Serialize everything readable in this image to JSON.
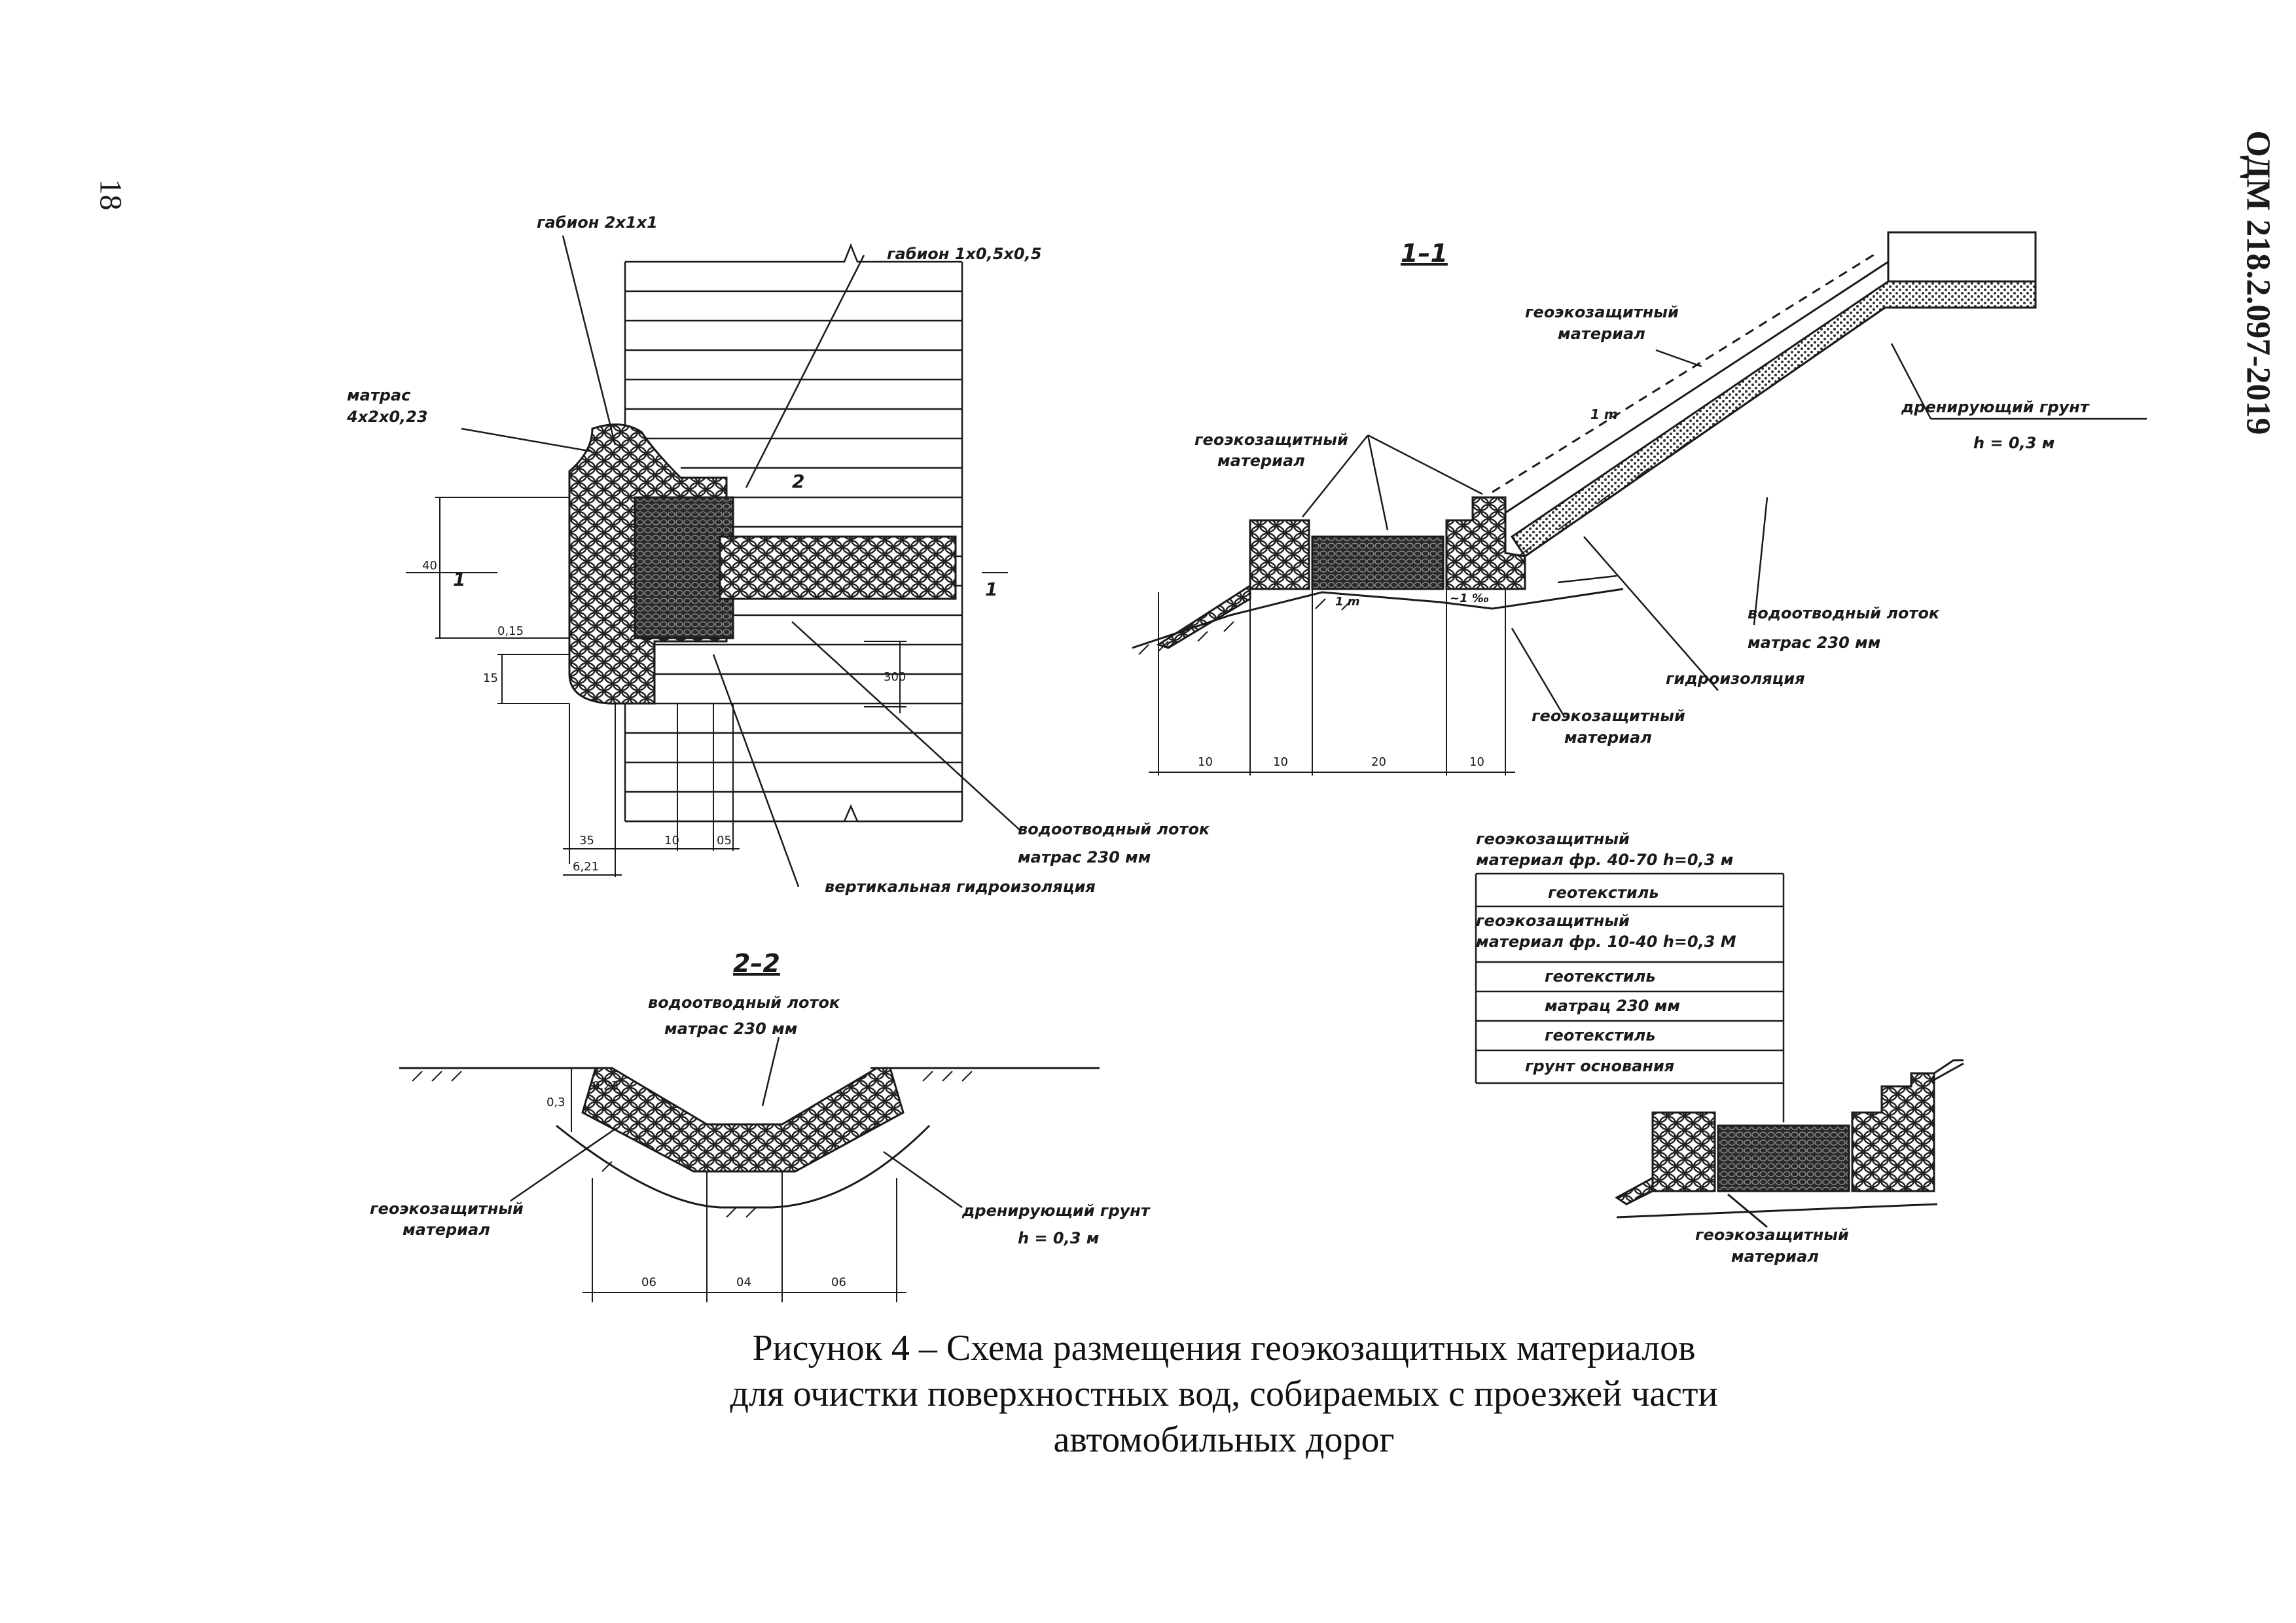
{
  "page": {
    "number": "18",
    "doc_code": "ОДМ 218.2.097-2019"
  },
  "caption": {
    "line1": "Рисунок 4 – Схема размещения геоэкозащитных материалов",
    "line2": "для очистки поверхностных вод, собираемых с проезжей части",
    "line3": "автомобильных дорог"
  },
  "plan": {
    "gabion_large": "габион 2х1х1",
    "gabion_small": "габион 1х0,5х0,5",
    "mattress_1": "матрас",
    "mattress_2": "4х2х0,23",
    "tray": "водоотводный лоток",
    "tray_mattress": "матрас 230 мм",
    "vertical_waterproofing": "вертикальная гидроизоляция",
    "cut_1": "1",
    "cut_2": "2",
    "dims": {
      "d_40": "40",
      "d_015": "0,15",
      "d_15": "15",
      "d_300": "300",
      "d_35": "35",
      "d_10": "10",
      "d_05": "05",
      "d_621": "6,21"
    }
  },
  "section_1": {
    "title": "1–1",
    "geo_upper_1": "геоэкозащитный",
    "geo_upper_2": "материал",
    "geo_left_1": "геоэкозащитный",
    "geo_left_2": "материал",
    "geo_lower_1": "геоэкозащитный",
    "geo_lower_2": "материал",
    "drain_soil": "дренирующий грунт",
    "drain_h": "h = 0,3 м",
    "tray": "водоотводный лоток",
    "tray_mattress": "матрас 230 мм",
    "waterproofing": "гидроизоляция",
    "slope_1": "1 m",
    "slope_2": "1 m",
    "gradient": "~1 ‰",
    "dims": [
      "10",
      "10",
      "20",
      "10"
    ]
  },
  "section_2": {
    "title": "2–2",
    "tray": "водоотводный лоток",
    "tray_mattress": "матрас 230 мм",
    "geo_1": "геоэкозащитный",
    "geo_2": "материал",
    "drain_soil": "дренирующий грунт",
    "drain_h": "h = 0,3 м",
    "dims": [
      "06",
      "04",
      "06"
    ],
    "d_023": "0,23",
    "d_03": "0,3"
  },
  "layers": {
    "items": [
      "геоэкозащитный",
      "материал фр. 40-70 h=0,3 м",
      "геотекстиль",
      "геоэкозащитный",
      "материал фр. 10-40 h=0,3 М",
      "геотекстиль",
      "матрац 230 мм",
      "геотекстиль",
      "грунт основания"
    ],
    "geo_bottom_1": "геоэкозащитный",
    "geo_bottom_2": "материал"
  }
}
